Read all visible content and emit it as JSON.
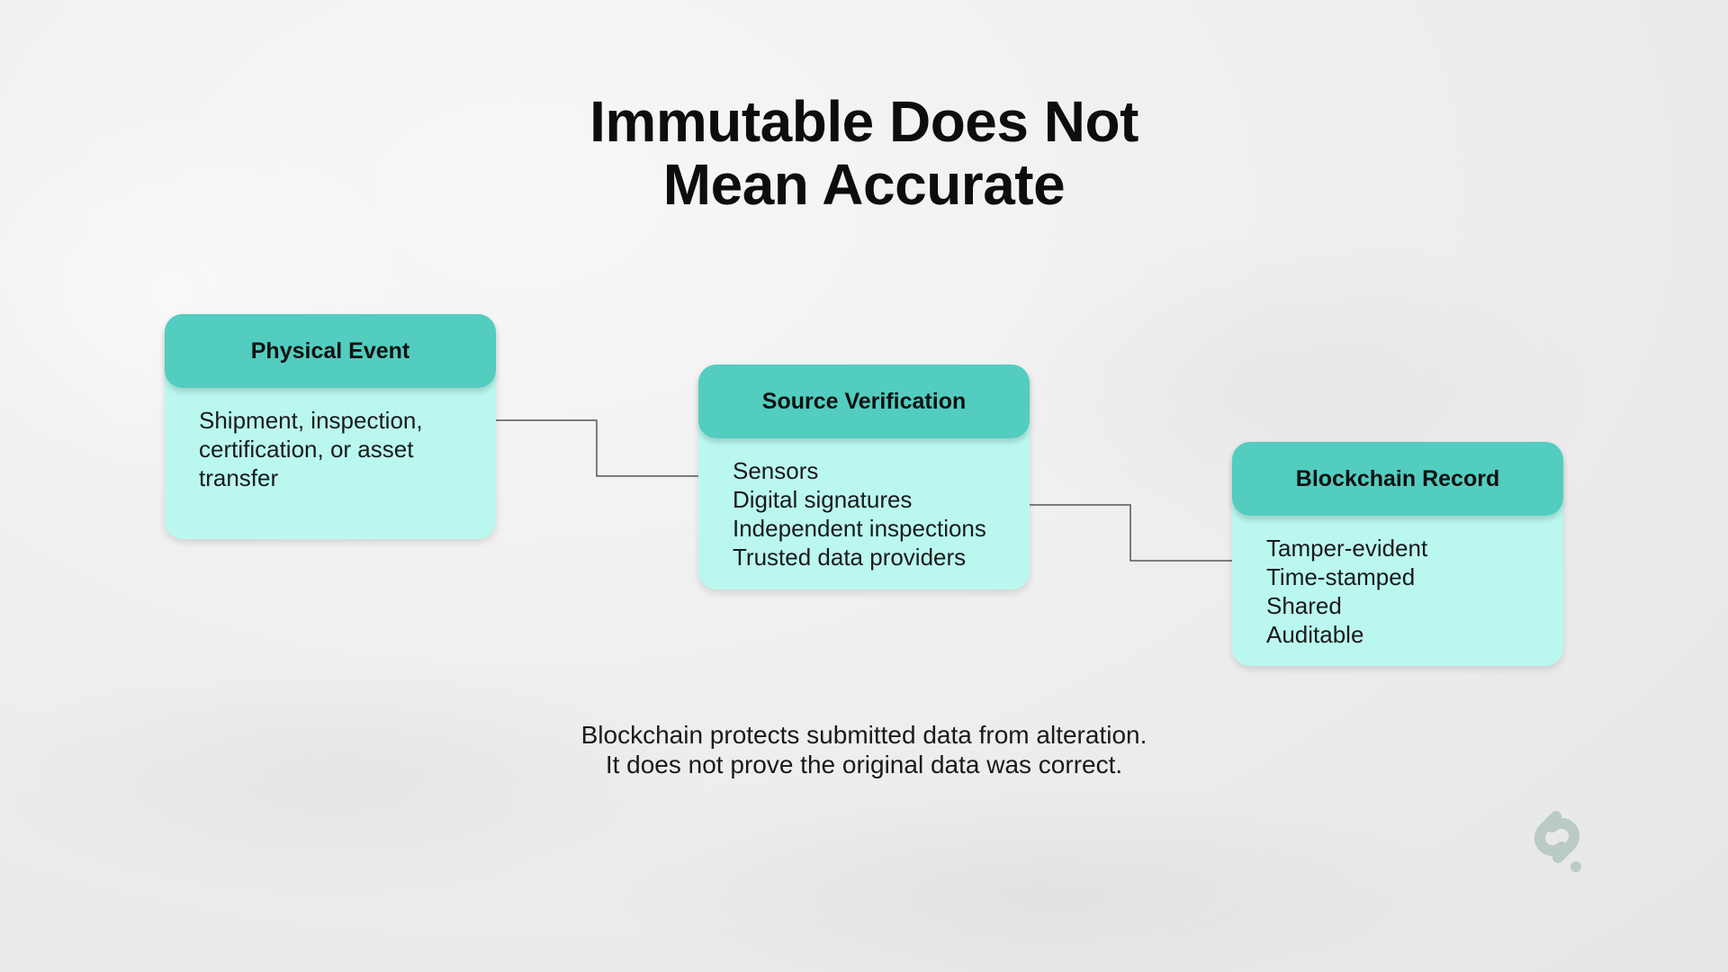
{
  "title": {
    "line1": "Immutable Does Not",
    "line2": "Mean Accurate"
  },
  "nodes": [
    {
      "header": "Physical Event",
      "lines": [
        "Shipment, inspection,",
        "certification, or asset",
        "transfer"
      ]
    },
    {
      "header": "Source Verification",
      "lines": [
        "Sensors",
        "Digital signatures",
        "Independent inspections",
        "Trusted data providers"
      ]
    },
    {
      "header": "Blockchain Record",
      "lines": [
        "Tamper-evident",
        "Time-stamped",
        "Shared",
        "Auditable"
      ]
    }
  ],
  "caption": {
    "line1": "Blockchain protects submitted data from alteration.",
    "line2": "It does not prove the original data was correct."
  },
  "colors": {
    "header": "#52cdbf",
    "body": "#baf8ef",
    "logo": "#b9cbc4"
  },
  "logo_icon": "chain-link-logo-icon"
}
